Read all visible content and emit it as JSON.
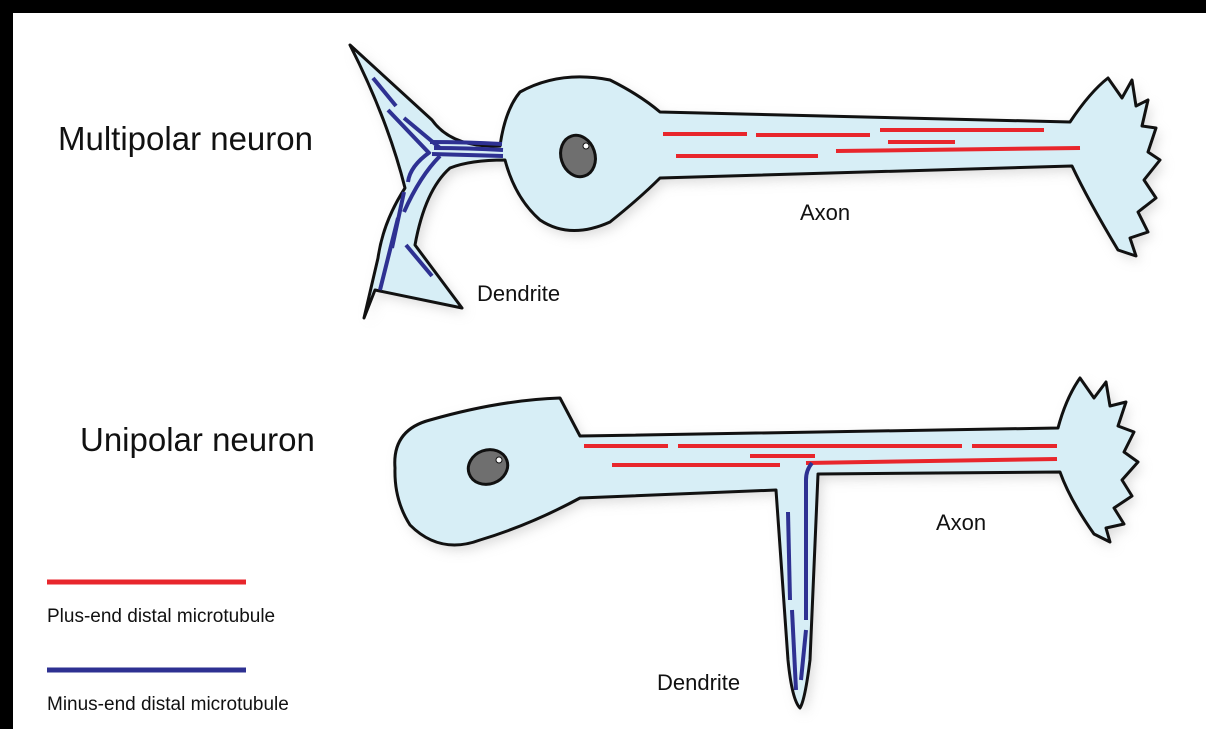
{
  "titles": {
    "multipolar": "Multipolar neuron",
    "unipolar": "Unipolar neuron"
  },
  "labels": {
    "axon_top": "Axon",
    "dendrite_top": "Dendrite",
    "axon_bottom": "Axon",
    "dendrite_bottom": "Dendrite"
  },
  "legend": {
    "plus_end": "Plus-end distal microtubule",
    "minus_end": "Minus-end distal microtubule"
  },
  "colors": {
    "background_frame": "#000000",
    "cell_fill": "#d7eef6",
    "cell_outline": "#111111",
    "nucleus": "#6f6f6f",
    "plus_end_microtubule": "#e8262c",
    "minus_end_microtubule": "#2e3192"
  }
}
